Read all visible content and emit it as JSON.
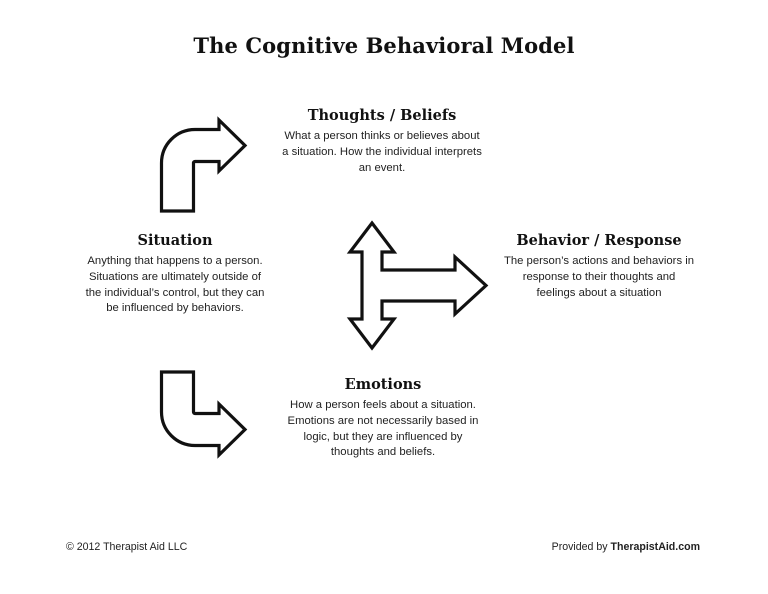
{
  "document": {
    "title": "The Cognitive Behavioral Model",
    "background_color": "#ffffff",
    "ink_color": "#111111"
  },
  "nodes": [
    {
      "id": "thoughts",
      "heading": "Thoughts / Beliefs",
      "body": "What a person thinks or believes about a situation. How the individual interprets an event."
    },
    {
      "id": "situation",
      "heading": "Situation",
      "body": "Anything that happens to a person. Situations are ultimately outside of the individual’s control, but they can be influenced by behaviors."
    },
    {
      "id": "behavior",
      "heading": "Behavior / Response",
      "body": "The person’s actions and behaviors in response to their thoughts and feelings about a situation"
    },
    {
      "id": "emotions",
      "heading": "Emotions",
      "body": "How a person feels about a situation. Emotions are not necessarily based in logic, but they are influenced by thoughts and beliefs."
    }
  ],
  "arrows": [
    {
      "id": "situation-to-thoughts",
      "name": "curved-arrow-up-right-icon",
      "direction": "up-then-right",
      "from": "situation",
      "to": "thoughts"
    },
    {
      "id": "situation-to-emotions",
      "name": "curved-arrow-down-right-icon",
      "direction": "down-then-right",
      "from": "situation",
      "to": "emotions"
    },
    {
      "id": "thoughts-emotions-behavior",
      "name": "tri-directional-arrow-icon",
      "direction": "up-down-right",
      "connects": [
        "thoughts",
        "emotions",
        "behavior"
      ]
    }
  ],
  "footer": {
    "copyright": "© 2012 Therapist Aid LLC",
    "provided_by_prefix": "Provided by ",
    "provided_by_brand": "TherapistAid.com"
  }
}
